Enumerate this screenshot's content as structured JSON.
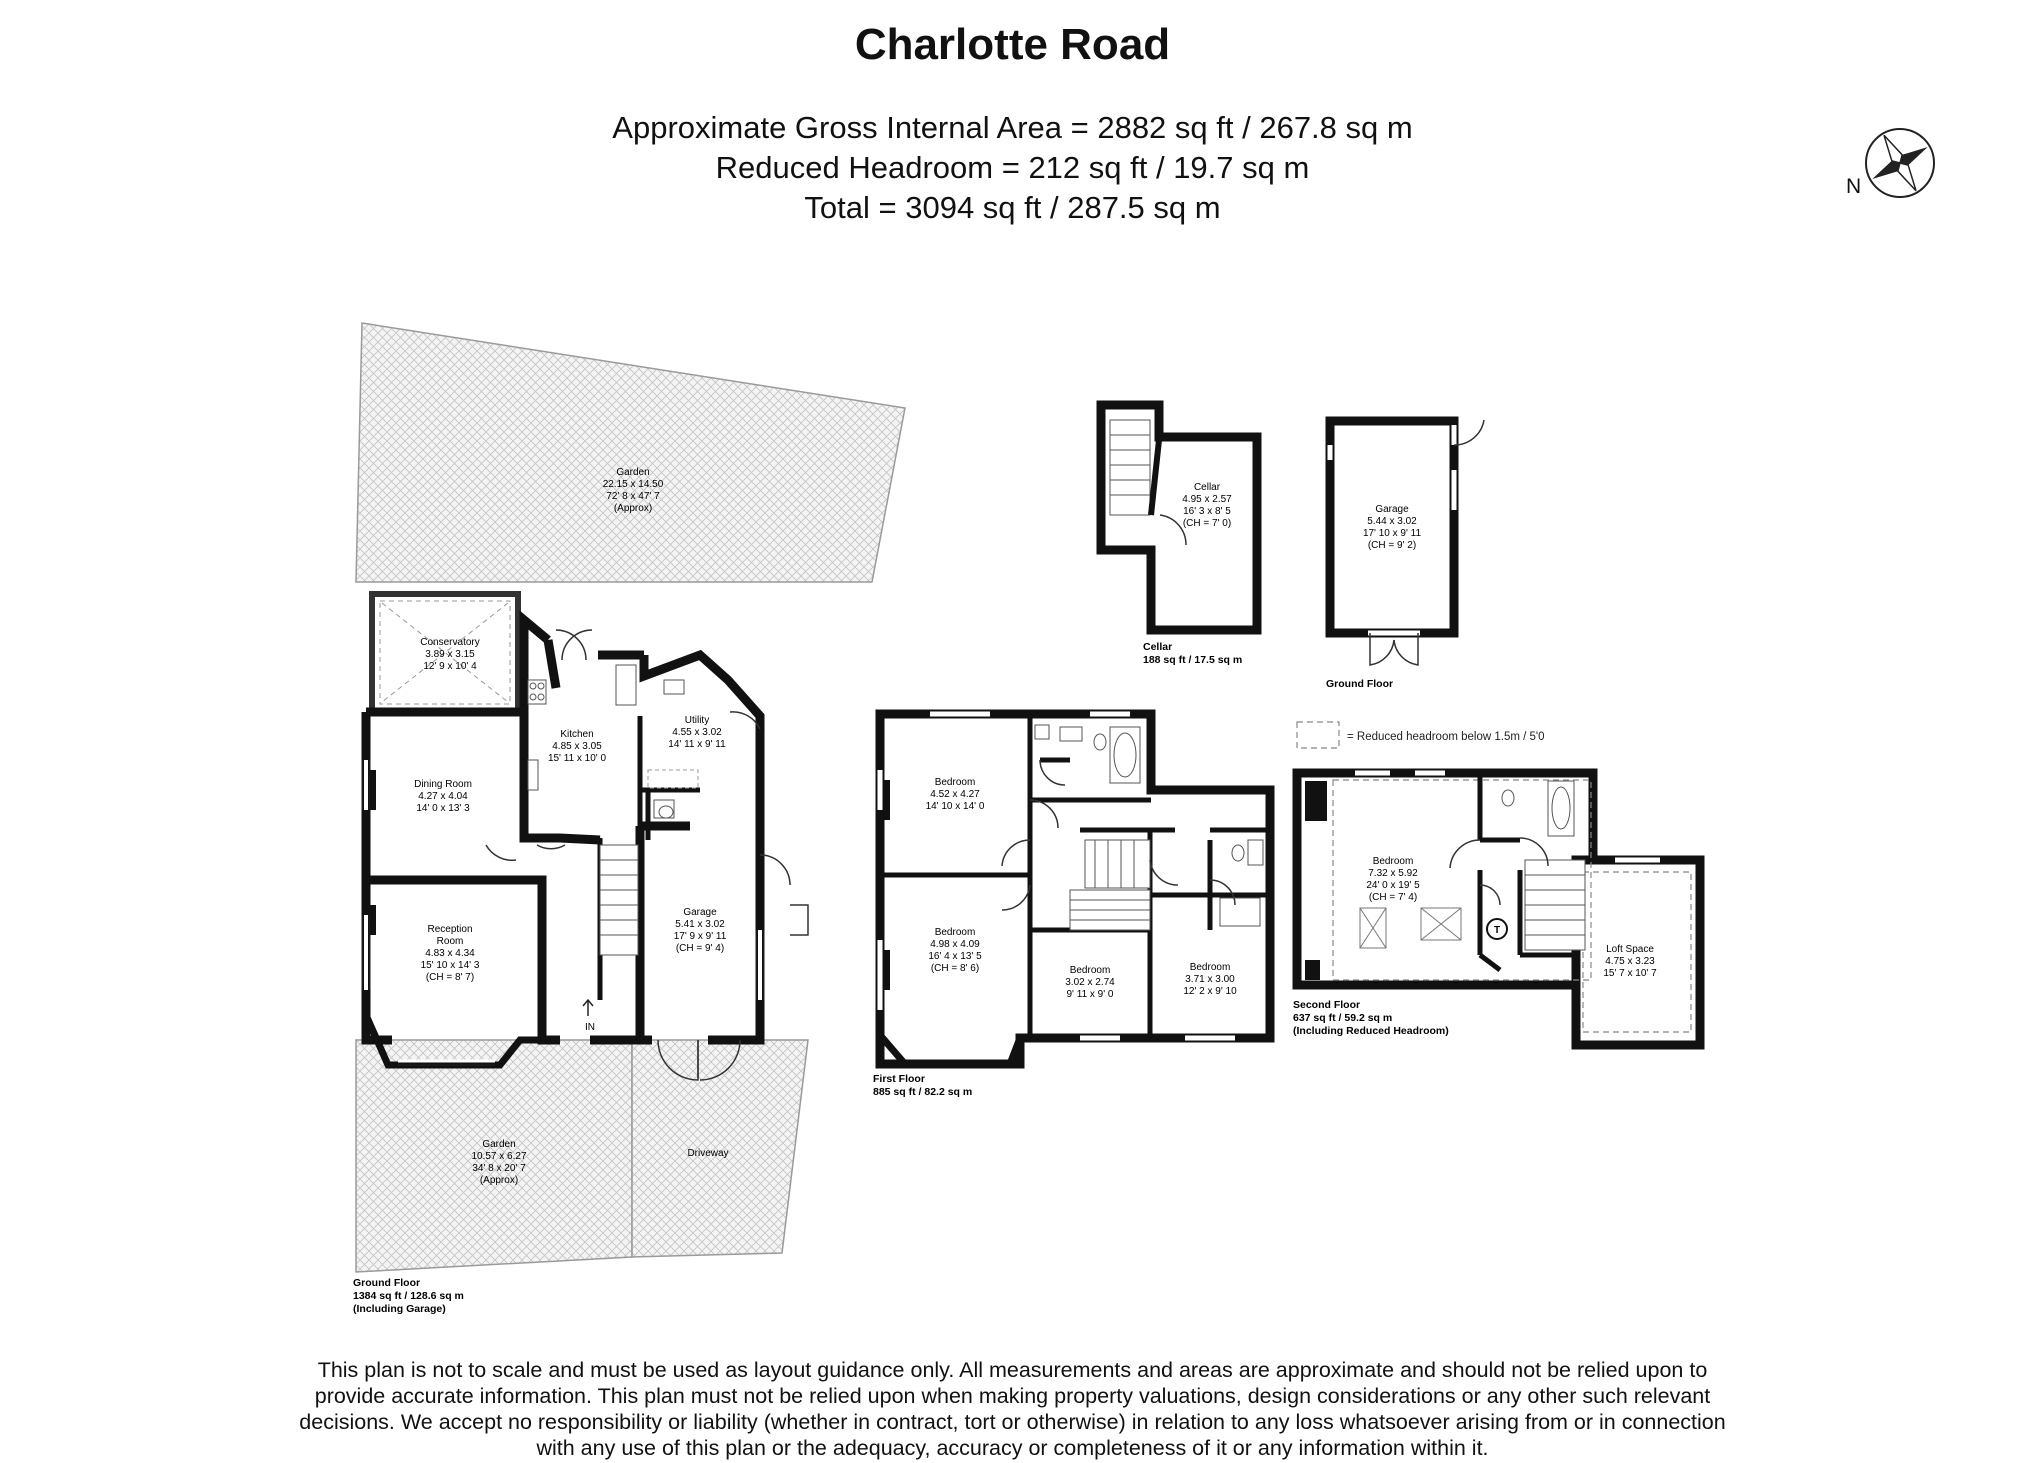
{
  "header": {
    "title": "Charlotte Road",
    "area_lines": [
      "Approximate Gross Internal Area = 2882 sq ft / 267.8 sq m",
      "Reduced Headroom = 212 sq ft / 19.7 sq m",
      "Total = 3094 sq ft / 287.5 sq m"
    ]
  },
  "compass": {
    "label": "N",
    "icon": "compass-rose-icon"
  },
  "legend": {
    "text": "= Reduced headroom below 1.5m / 5'0"
  },
  "rooms": {
    "garden_rear": [
      "Garden",
      "22.15 x 14.50",
      "72' 8 x 47' 7",
      "(Approx)"
    ],
    "conservatory": [
      "Conservatory",
      "3.89 x 3.15",
      "12' 9 x 10' 4"
    ],
    "kitchen": [
      "Kitchen",
      "4.85 x 3.05",
      "15' 11 x 10' 0"
    ],
    "utility": [
      "Utility",
      "4.55 x 3.02",
      "14' 11 x 9' 11"
    ],
    "dining": [
      "Dining Room",
      "4.27 x 4.04",
      "14' 0 x 13' 3"
    ],
    "reception": [
      "Reception",
      "Room",
      "4.83 x 4.34",
      "15' 10 x 14' 3",
      "(CH = 8' 7)"
    ],
    "garage_gf": [
      "Garage",
      "5.41 x 3.02",
      "17' 9 x 9' 11",
      "(CH = 9' 4)"
    ],
    "entrance": "IN",
    "garden_front": [
      "Garden",
      "10.57 x 6.27",
      "34' 8 x 20' 7",
      "(Approx)"
    ],
    "driveway": "Driveway",
    "cellar": [
      "Cellar",
      "4.95 x 2.57",
      "16' 3 x 8' 5",
      "(CH = 7' 0)"
    ],
    "garage_detached": [
      "Garage",
      "5.44 x 3.02",
      "17' 10 x 9' 11",
      "(CH = 9' 2)"
    ],
    "bedroom_ff1": [
      "Bedroom",
      "4.52 x 4.27",
      "14' 10 x 14' 0"
    ],
    "bedroom_ff2": [
      "Bedroom",
      "4.98 x 4.09",
      "16' 4 x 13' 5",
      "(CH = 8' 6)"
    ],
    "bedroom_ff3": [
      "Bedroom",
      "3.02 x 2.74",
      "9' 11 x 9' 0"
    ],
    "bedroom_ff4": [
      "Bedroom",
      "3.71 x 3.00",
      "12' 2 x 9' 10"
    ],
    "bedroom_sf": [
      "Bedroom",
      "7.32 x 5.92",
      "24' 0 x 19' 5",
      "(CH = 7' 4)"
    ],
    "loft": [
      "Loft Space",
      "4.75 x 3.23",
      "15' 7 x 10' 7"
    ],
    "tank": "T"
  },
  "floors": {
    "cellar": [
      "Cellar",
      "188 sq ft / 17.5 sq m"
    ],
    "ground_small": [
      "Ground Floor"
    ],
    "ground": [
      "Ground Floor",
      "1384 sq ft / 128.6 sq m",
      "(Including Garage)"
    ],
    "first": [
      "First Floor",
      "885 sq ft / 82.2 sq m"
    ],
    "second": [
      "Second Floor",
      "637 sq ft / 59.2 sq m",
      "(Including Reduced Headroom)"
    ]
  },
  "disclaimer": "This plan is not to scale and must be used as layout guidance only. All measurements and areas are approximate and should not be relied upon to provide accurate information. This plan must not be relied upon when making property valuations, design considerations or any other such relevant decisions. We accept no responsibility or liability (whether in contract, tort or otherwise) in relation to any loss whatsoever arising from or in connection with any use of this plan or the adequacy, accuracy or completeness of it or any information within it."
}
